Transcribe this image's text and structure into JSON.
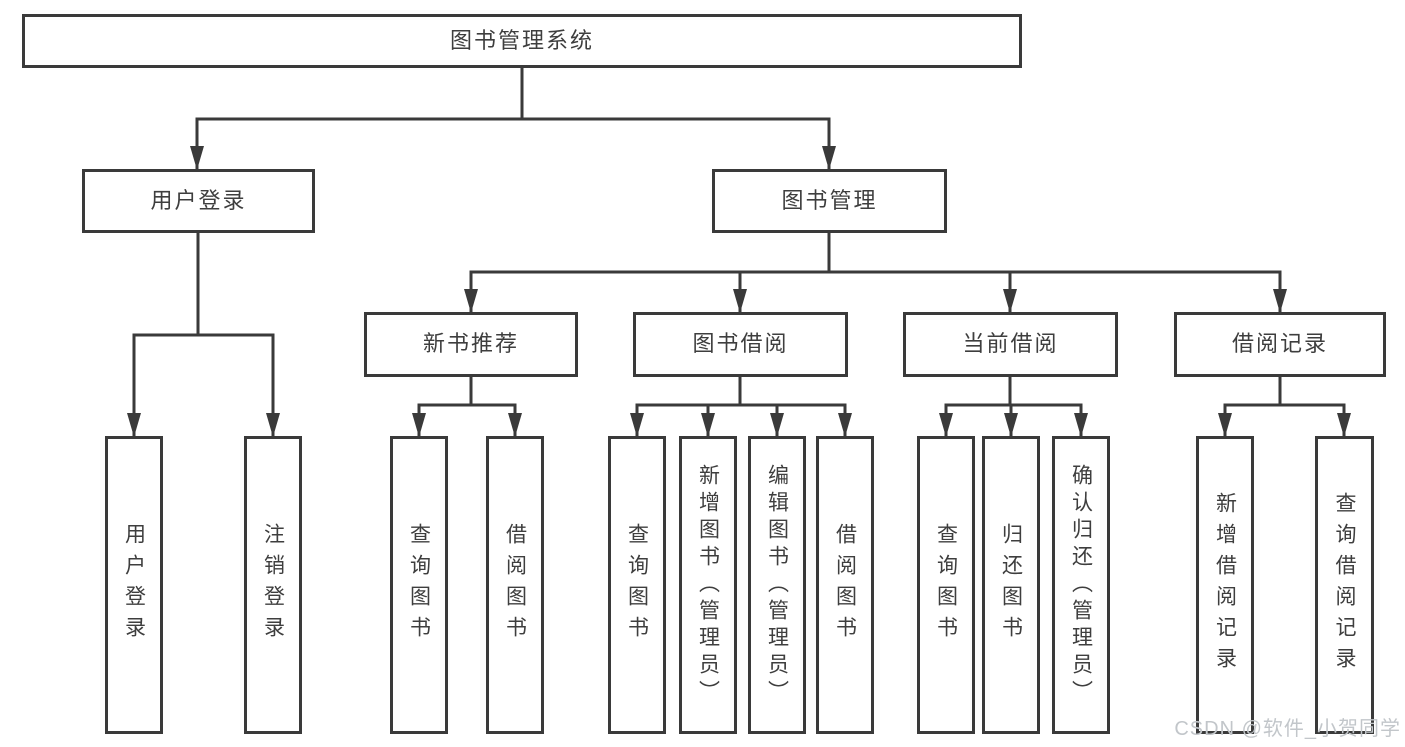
{
  "tree": {
    "root": "图书管理系统",
    "branches": [
      {
        "label": "用户登录",
        "leaves": [
          "用户登录",
          "注销登录"
        ]
      },
      {
        "label": "图书管理",
        "children": [
          {
            "label": "新书推荐",
            "leaves": [
              "查询图书",
              "借阅图书"
            ]
          },
          {
            "label": "图书借阅",
            "leaves": [
              "查询图书",
              "新增图书（管理员）",
              "编辑图书（管理员）",
              "借阅图书"
            ]
          },
          {
            "label": "当前借阅",
            "leaves": [
              "查询图书",
              "归还图书",
              "确认归还（管理员）"
            ]
          },
          {
            "label": "借阅记录",
            "leaves": [
              "新增借阅记录",
              "查询借阅记录"
            ]
          }
        ]
      }
    ]
  },
  "watermark": "CSDN @软件_小贺同学",
  "colors": {
    "line": "#3a3a3a",
    "text": "#3e3e3e",
    "watermark_text": "#c2c6ca",
    "background": "#ffffff"
  }
}
